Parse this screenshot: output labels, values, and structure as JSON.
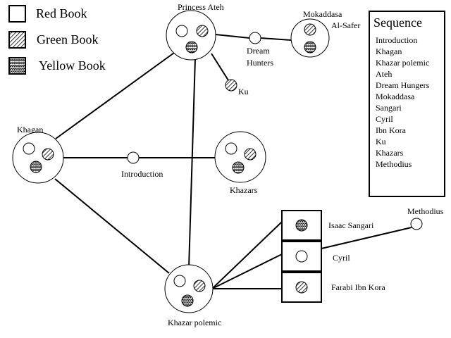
{
  "legend": {
    "items": [
      {
        "label": "Red Book",
        "book": "red"
      },
      {
        "label": "Green Book",
        "book": "green"
      },
      {
        "label": "Yellow Book",
        "book": "yellow"
      }
    ]
  },
  "nodes": {
    "princess_ateh": {
      "label": "Princess Ateh",
      "books": [
        "red",
        "green",
        "yellow"
      ]
    },
    "mokaddasa": {
      "label_line1": "Mokaddasa",
      "label_line2": "Al-Safer",
      "books": [
        "green",
        "yellow"
      ]
    },
    "dream_hunters": {
      "label_line1": "Dream",
      "label_line2": "Hunters",
      "books": [
        "red"
      ]
    },
    "ku": {
      "label": "Ku",
      "books": [
        "green"
      ]
    },
    "khagan": {
      "label": "Khagan",
      "books": [
        "red",
        "green",
        "yellow"
      ]
    },
    "introduction": {
      "label": "Introduction",
      "books": [
        "red"
      ]
    },
    "khazars": {
      "label": "Khazars",
      "books": [
        "red",
        "green",
        "yellow"
      ]
    },
    "khazar_polemic": {
      "label": "Khazar polemic",
      "books": [
        "red",
        "green",
        "yellow"
      ]
    },
    "isaac_sangari": {
      "label": "Isaac Sangari",
      "books": [
        "yellow"
      ]
    },
    "cyril": {
      "label": "Cyril",
      "books": [
        "red"
      ]
    },
    "farabi_ibn_kora": {
      "label": "Farabi Ibn Kora",
      "books": [
        "green"
      ]
    },
    "methodius": {
      "label": "Methodius",
      "books": [
        "red"
      ]
    }
  },
  "edges": [
    [
      "khagan",
      "princess_ateh"
    ],
    [
      "khagan",
      "introduction"
    ],
    [
      "introduction",
      "khazars"
    ],
    [
      "khagan",
      "khazar_polemic"
    ],
    [
      "princess_ateh",
      "khazar_polemic"
    ],
    [
      "princess_ateh",
      "dream_hunters"
    ],
    [
      "dream_hunters",
      "mokaddasa"
    ],
    [
      "princess_ateh",
      "ku"
    ],
    [
      "khazar_polemic",
      "isaac_sangari"
    ],
    [
      "khazar_polemic",
      "cyril"
    ],
    [
      "khazar_polemic",
      "farabi_ibn_kora"
    ],
    [
      "cyril",
      "methodius"
    ]
  ],
  "sequence": {
    "title": "Sequence",
    "items": [
      "Introduction",
      "Khagan",
      "Khazar polemic",
      "Ateh",
      "Dream Hungers",
      "Mokaddasa",
      "Sangari",
      "Cyril",
      "Ibn Kora",
      "Ku",
      "Khazars",
      "Methodius"
    ]
  }
}
